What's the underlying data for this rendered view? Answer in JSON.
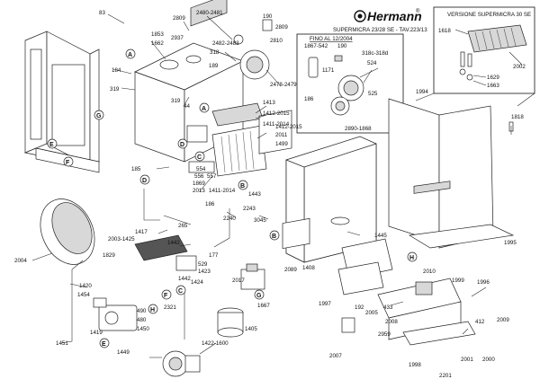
{
  "header": {
    "brand": "Hermann",
    "registered_mark": "®",
    "model_line": "SUPERMICRA 23/28 SE - TAV.223/13"
  },
  "inset_top_right": {
    "title": "VERSIONE SUPERMICRA 30 SE",
    "labels": [
      "1618",
      "2002",
      "1629",
      "1663"
    ]
  },
  "inset_middle": {
    "title": "FINO AL 12/2004",
    "labels": [
      "1867-542",
      "190",
      "1171",
      "186",
      "318c-318d",
      "524",
      "525",
      "2890-1868"
    ]
  },
  "circle_markers": [
    "A",
    "B",
    "C",
    "D",
    "E",
    "F",
    "G",
    "H"
  ],
  "part_labels": [
    "83",
    "2809",
    "2480-2481",
    "190",
    "2809",
    "2937",
    "2482-2483",
    "1853",
    "1662",
    "2810",
    "184",
    "318",
    "189",
    "319",
    "44",
    "319",
    "2478-2479",
    "1413",
    "1412-2015",
    "1411-2014",
    "2011",
    "1499",
    "185",
    "554",
    "556",
    "557",
    "1869",
    "2013",
    "1411-2014",
    "186",
    "1443",
    "1412-2015",
    "2240",
    "2243",
    "3045",
    "265",
    "1417",
    "2003-1425",
    "1442",
    "177",
    "529",
    "1423",
    "2004",
    "1829",
    "1420",
    "1454",
    "1442",
    "1424",
    "2321",
    "490",
    "480",
    "1450",
    "1419",
    "1451",
    "1449",
    "1422-1600",
    "1405",
    "2017",
    "2089",
    "1408",
    "1667",
    "1997",
    "192",
    "2005",
    "2007",
    "1445",
    "1994",
    "1818",
    "1995",
    "1999",
    "2010",
    "1996",
    "433",
    "2008",
    "2009",
    "412",
    "2959",
    "2001",
    "2000",
    "1998",
    "2201"
  ]
}
